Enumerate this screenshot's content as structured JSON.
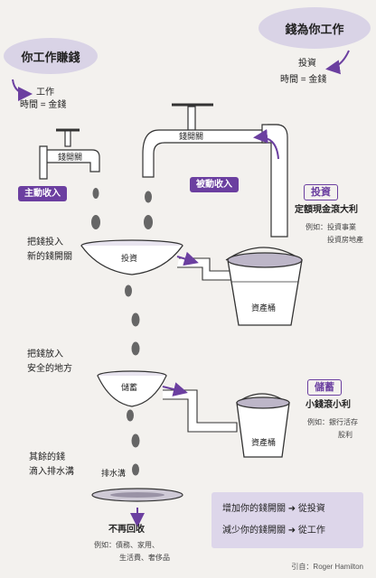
{
  "left_bubble": {
    "title": "你工作賺錢",
    "line1": "工作",
    "line2": "時間 = 金錢"
  },
  "right_bubble": {
    "title": "錢為你工作",
    "line1": "投資",
    "line2": "時間 = 金錢"
  },
  "left_faucet_label": "錢開關",
  "right_faucet_label": "錢開關",
  "active_income": "主動收入",
  "passive_income": "被動收入",
  "step1": {
    "line1": "把錢投入",
    "line2": "新的錢開關"
  },
  "step2": {
    "line1": "把錢放入",
    "line2": "安全的地方"
  },
  "step3": {
    "line1": "其餘的錢",
    "line2": "滴入排水溝"
  },
  "invest_bowl": "投資",
  "savings_bowl": "儲蓄",
  "bucket_upper": "資產桶",
  "bucket_lower": "資產桶",
  "drain": "排水溝",
  "invest_box": {
    "tag": "投資",
    "title": "定額現金滾大利",
    "example1": "例如：投資事業",
    "example2": "投資房地產"
  },
  "savings_box": {
    "tag": "儲蓄",
    "title": "小錢滾小利",
    "example1": "例如：銀行活存",
    "example2": "股利"
  },
  "no_return": {
    "title": "不再回收",
    "example1": "例如：債務、家用、",
    "example2": "生活費、奢侈品"
  },
  "summary": {
    "row1": "增加你的錢開關 ➜ 從投資",
    "row2": "減少你的錢開關 ➜ 從工作"
  },
  "credit": "引自：Roger Hamilton",
  "colors": {
    "accent": "#6b3fa0",
    "bubble": "#d9d3e6",
    "summary_bg": "#ddd6ea"
  }
}
